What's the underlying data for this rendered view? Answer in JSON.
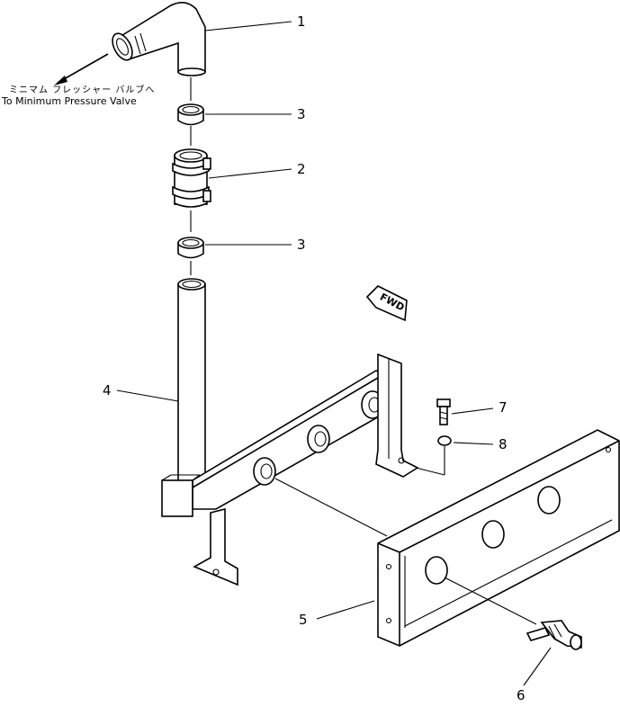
{
  "diagram": {
    "note": {
      "japanese": "ミニマム フレッシャー バルブへ",
      "english": "To Minimum Pressure Valve"
    },
    "fwd_label": "FWD",
    "callouts": [
      {
        "id": "1",
        "label": "1"
      },
      {
        "id": "3a",
        "label": "3"
      },
      {
        "id": "2",
        "label": "2"
      },
      {
        "id": "3b",
        "label": "3"
      },
      {
        "id": "4",
        "label": "4"
      },
      {
        "id": "7",
        "label": "7"
      },
      {
        "id": "8",
        "label": "8"
      },
      {
        "id": "5",
        "label": "5"
      },
      {
        "id": "6",
        "label": "6"
      }
    ]
  }
}
